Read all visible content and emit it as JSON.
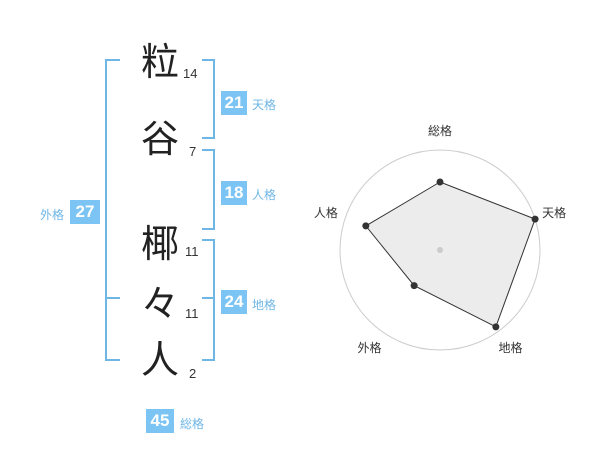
{
  "name": {
    "characters": [
      {
        "char": "粒",
        "strokes": "14"
      },
      {
        "char": "谷",
        "strokes": "7"
      },
      {
        "char": "椰",
        "strokes": "11"
      },
      {
        "char": "々",
        "strokes": "11"
      },
      {
        "char": "人",
        "strokes": "2"
      }
    ]
  },
  "fortune": {
    "tenkaku": {
      "value": "21",
      "label": "天格"
    },
    "jinkaku": {
      "value": "18",
      "label": "人格"
    },
    "chikaku": {
      "value": "24",
      "label": "地格"
    },
    "gaikaku": {
      "value": "27",
      "label": "外格"
    },
    "soukaku": {
      "value": "45",
      "label": "総格"
    }
  },
  "colors": {
    "accent": "#7cc4f4",
    "bracket": "#6eb6e6",
    "text": "#222222"
  },
  "chart_data": {
    "type": "radar",
    "categories": [
      "総格",
      "天格",
      "地格",
      "外格",
      "人格"
    ],
    "values": [
      0.68,
      1.0,
      0.95,
      0.44,
      0.78
    ],
    "rings": 4,
    "grid": true
  }
}
